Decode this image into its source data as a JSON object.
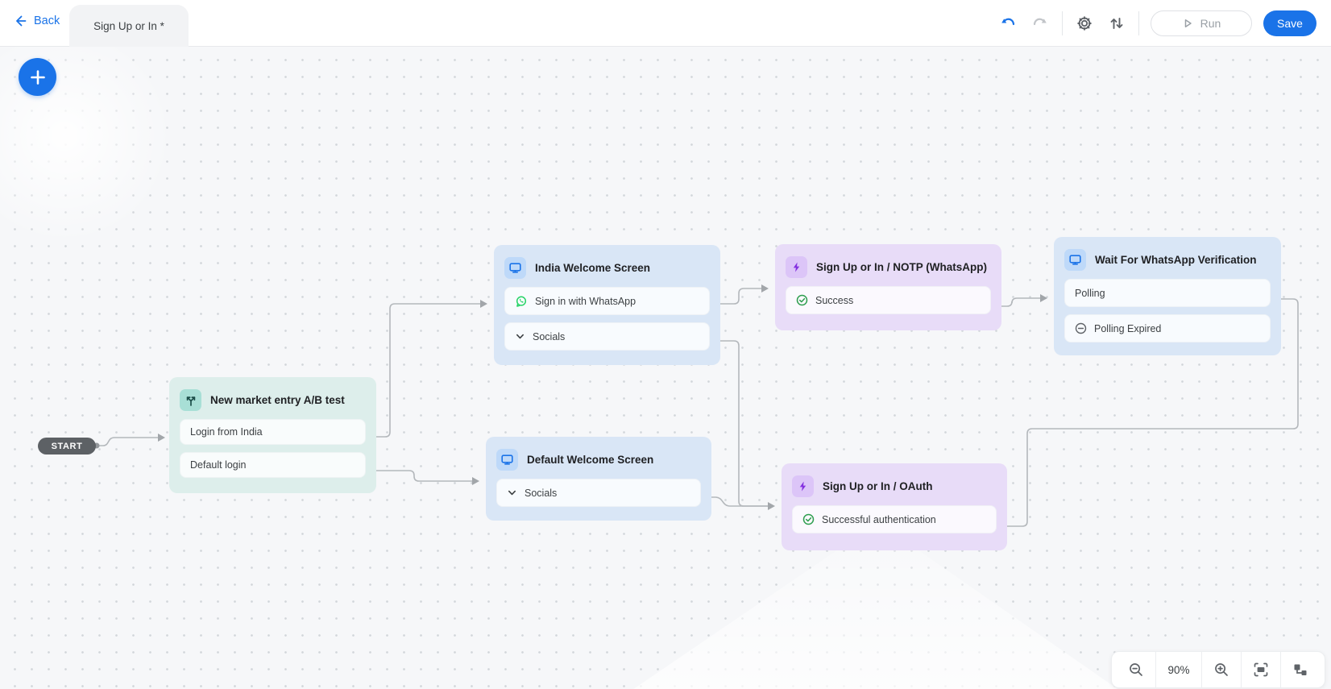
{
  "header": {
    "back_label": "Back",
    "tab_title": "Sign Up or In *",
    "run_label": "Run",
    "save_label": "Save",
    "icons": [
      "undo-icon",
      "redo-icon",
      "settings-gear-icon",
      "import-export-icon"
    ]
  },
  "canvas": {
    "start_label": "START",
    "zoom_level": "90%",
    "zoom_controls": [
      "zoom-out",
      "zoom-level",
      "zoom-in",
      "fit-to-screen",
      "auto-layout"
    ]
  },
  "nodes": {
    "ab_test": {
      "title": "New market entry A/B test",
      "icon": "branch-split-icon",
      "rows": [
        "Login from India",
        "Default login"
      ]
    },
    "india_welcome": {
      "title": "India Welcome Screen",
      "icon": "screen-icon",
      "rows": [
        "Sign in with WhatsApp",
        "Socials"
      ],
      "row_icons": [
        "whatsapp-icon",
        "chevron-down-icon"
      ]
    },
    "default_welcome": {
      "title": "Default Welcome Screen",
      "icon": "screen-icon",
      "rows": [
        "Socials"
      ],
      "row_icons": [
        "chevron-down-icon"
      ]
    },
    "notp": {
      "title": "Sign Up or In / NOTP (WhatsApp)",
      "icon": "lightning-icon",
      "rows": [
        "Success"
      ],
      "row_icons": [
        "check-circle-icon"
      ]
    },
    "oauth": {
      "title": "Sign Up or In / OAuth",
      "icon": "lightning-icon",
      "rows": [
        "Successful authentication"
      ],
      "row_icons": [
        "check-circle-icon"
      ]
    },
    "wait_whatsapp": {
      "title": "Wait For WhatsApp Verification",
      "icon": "screen-icon",
      "rows": [
        "Polling",
        "Polling Expired"
      ],
      "row_icons": [
        "none",
        "minus-circle-icon"
      ]
    }
  },
  "edges": [
    {
      "from": "START",
      "to": "ab_test"
    },
    {
      "from": "ab_test.Login from India",
      "to": "india_welcome"
    },
    {
      "from": "ab_test.Default login",
      "to": "default_welcome"
    },
    {
      "from": "india_welcome.Sign in with WhatsApp",
      "to": "notp"
    },
    {
      "from": "india_welcome.Socials",
      "to": "oauth"
    },
    {
      "from": "default_welcome.Socials",
      "to": "oauth"
    },
    {
      "from": "notp.Success",
      "to": "wait_whatsapp"
    },
    {
      "from": "oauth.Successful authentication",
      "to": "wait_whatsapp.Polling"
    }
  ],
  "colors": {
    "accent_blue": "#1a73e8",
    "node_teal": "#ddeeeb",
    "node_blue": "#d9e6f6",
    "node_purple": "#e8dcf8",
    "whatsapp_green": "#25d366",
    "success_green": "#2e9e4f",
    "edge_gray": "#b4b8bc"
  }
}
